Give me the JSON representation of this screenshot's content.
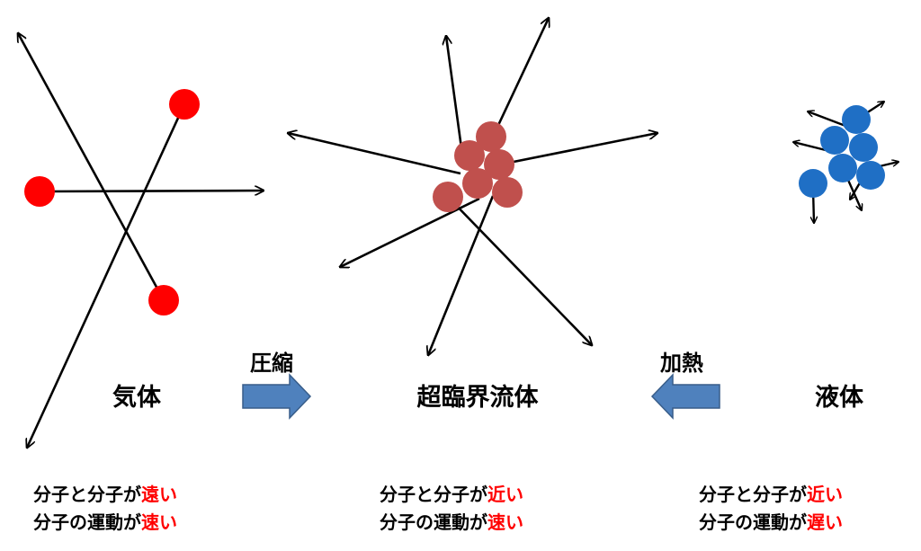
{
  "states": [
    {
      "title": "気体",
      "lines": [
        {
          "base": "分子と分子が",
          "highlight": "遠い"
        },
        {
          "base": "分子の運動が",
          "highlight": "速い"
        }
      ]
    },
    {
      "title": "超臨界流体",
      "lines": [
        {
          "base": "分子と分子が",
          "highlight": "近い"
        },
        {
          "base": "分子の運動が",
          "highlight": "速い"
        }
      ]
    },
    {
      "title": "液体",
      "lines": [
        {
          "base": "分子と分子が",
          "highlight": "近い"
        },
        {
          "base": "分子の運動が",
          "highlight": "遅い"
        }
      ]
    }
  ],
  "transitions": {
    "compress": "圧縮",
    "heat": "加熱"
  },
  "colors": {
    "gas_molecule": "#ff0000",
    "supercritical_molecule": "#c0504d",
    "liquid_molecule": "#1f6fc5",
    "process_arrow": "#4f81bd",
    "highlight_text": "#ff0000"
  },
  "icons": {
    "process_arrow": "right-arrow-icon / left-arrow-icon"
  }
}
